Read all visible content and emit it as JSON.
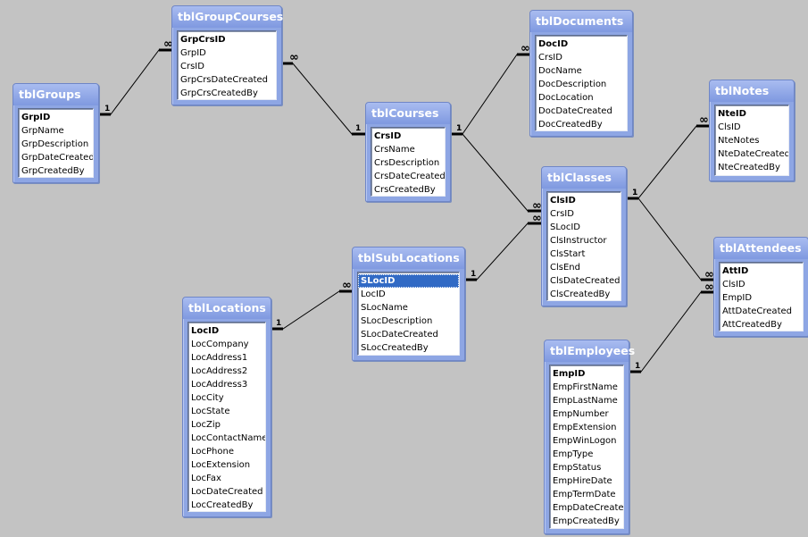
{
  "tables": [
    {
      "id": "grp",
      "name": "tblGroups",
      "fields": [
        "GrpID",
        "GrpName",
        "GrpDescription",
        "GrpDateCreated",
        "GrpCreatedBy"
      ],
      "pk": [
        0
      ]
    },
    {
      "id": "grpc",
      "name": "tblGroupCourses",
      "fields": [
        "GrpCrsID",
        "GrpID",
        "CrsID",
        "GrpCrsDateCreated",
        "GrpCrsCreatedBy"
      ],
      "pk": [
        0
      ]
    },
    {
      "id": "crs",
      "name": "tblCourses",
      "fields": [
        "CrsID",
        "CrsName",
        "CrsDescription",
        "CrsDateCreated",
        "CrsCreatedBy"
      ],
      "pk": [
        0
      ]
    },
    {
      "id": "doc",
      "name": "tblDocuments",
      "fields": [
        "DocID",
        "CrsID",
        "DocName",
        "DocDescription",
        "DocLocation",
        "DocDateCreated",
        "DocCreatedBy"
      ],
      "pk": [
        0
      ]
    },
    {
      "id": "nte",
      "name": "tblNotes",
      "fields": [
        "NteID",
        "ClsID",
        "NteNotes",
        "NteDateCreated",
        "NteCreatedBy"
      ],
      "pk": [
        0
      ]
    },
    {
      "id": "cls",
      "name": "tblClasses",
      "fields": [
        "ClsID",
        "CrsID",
        "SLocID",
        "ClsInstructor",
        "ClsStart",
        "ClsEnd",
        "ClsDateCreated",
        "ClsCreatedBy"
      ],
      "pk": [
        0
      ]
    },
    {
      "id": "att",
      "name": "tblAttendees",
      "fields": [
        "AttID",
        "ClsID",
        "EmpID",
        "AttDateCreated",
        "AttCreatedBy"
      ],
      "pk": [
        0
      ]
    },
    {
      "id": "sloc",
      "name": "tblSubLocations",
      "fields": [
        "SLocID",
        "LocID",
        "SLocName",
        "SLocDescription",
        "SLocDateCreated",
        "SLocCreatedBy"
      ],
      "pk": [
        0
      ],
      "selected": 0
    },
    {
      "id": "loc",
      "name": "tblLocations",
      "fields": [
        "LocID",
        "LocCompany",
        "LocAddress1",
        "LocAddress2",
        "LocAddress3",
        "LocCity",
        "LocState",
        "LocZip",
        "LocContactName",
        "LocPhone",
        "LocExtension",
        "LocFax",
        "LocDateCreated",
        "LocCreatedBy"
      ],
      "pk": [
        0
      ]
    },
    {
      "id": "emp",
      "name": "tblEmployees",
      "fields": [
        "EmpID",
        "EmpFirstName",
        "EmpLastName",
        "EmpNumber",
        "EmpExtension",
        "EmpWinLogon",
        "EmpType",
        "EmpStatus",
        "EmpHireDate",
        "EmpTermDate",
        "EmpDateCreated",
        "EmpCreatedBy"
      ],
      "pk": [
        0
      ]
    }
  ],
  "relationships": [
    {
      "from": "tblGroups",
      "to": "tblGroupCourses",
      "one": "1",
      "many": "∞"
    },
    {
      "from": "tblCourses",
      "to": "tblGroupCourses",
      "one": "1",
      "many": "∞"
    },
    {
      "from": "tblCourses",
      "to": "tblDocuments",
      "one": "1",
      "many": "∞"
    },
    {
      "from": "tblCourses",
      "to": "tblClasses",
      "one": "1",
      "many": "∞"
    },
    {
      "from": "tblSubLocations",
      "to": "tblClasses",
      "one": "1",
      "many": "∞"
    },
    {
      "from": "tblClasses",
      "to": "tblNotes",
      "one": "1",
      "many": "∞"
    },
    {
      "from": "tblClasses",
      "to": "tblAttendees",
      "one": "1",
      "many": "∞"
    },
    {
      "from": "tblLocations",
      "to": "tblSubLocations",
      "one": "1",
      "many": "∞"
    },
    {
      "from": "tblEmployees",
      "to": "tblAttendees",
      "one": "1",
      "many": "∞"
    }
  ]
}
